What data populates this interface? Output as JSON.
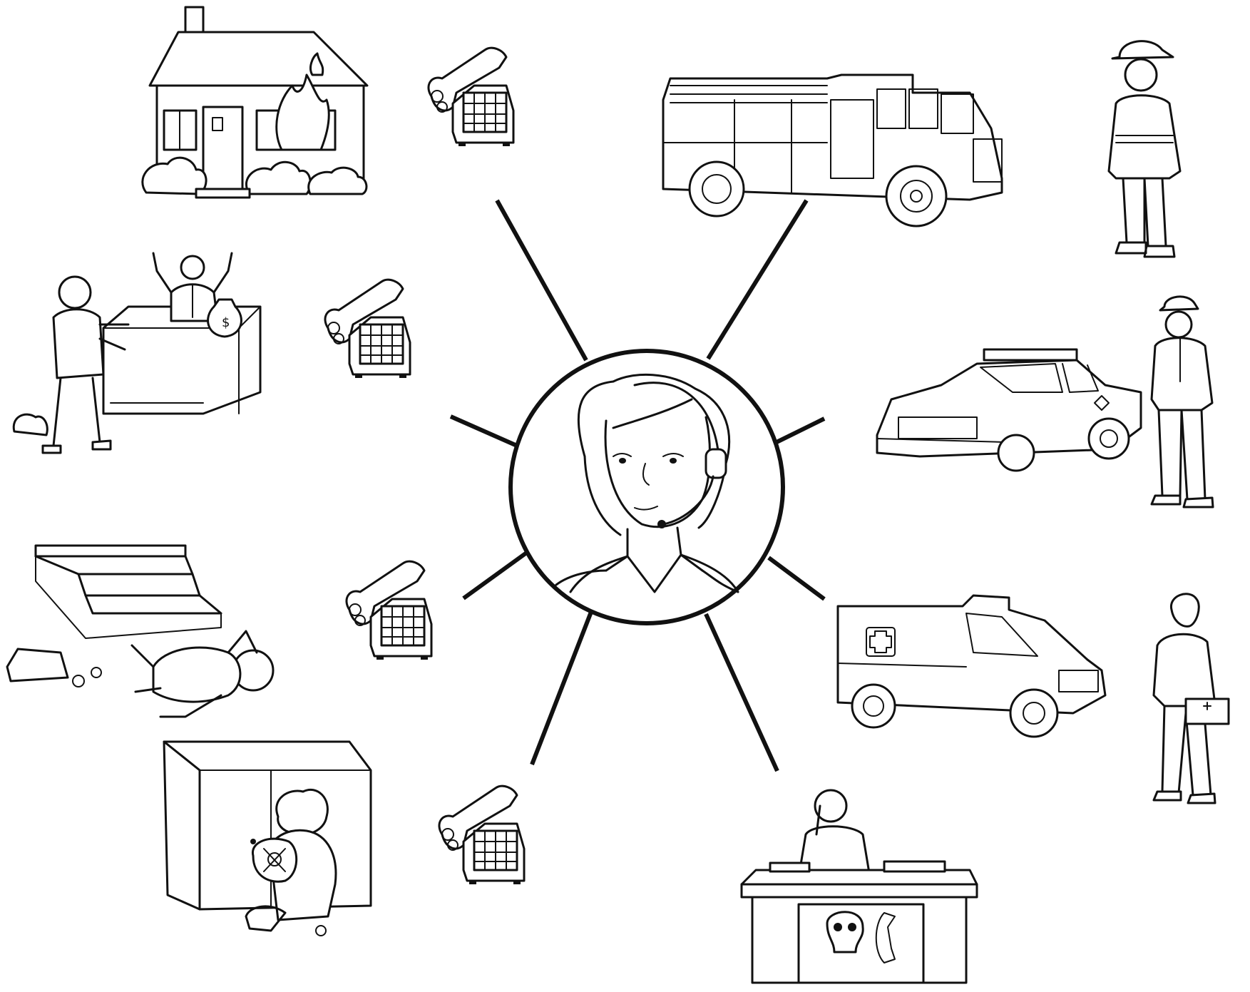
{
  "title": "",
  "center": {
    "icon": "dispatcher-with-headset-icon"
  },
  "emergencies": [
    {
      "id": "house-fire",
      "icon": "burning-house-icon"
    },
    {
      "id": "robbery",
      "icon": "armed-robbery-icon"
    },
    {
      "id": "fall-injury",
      "icon": "fallen-person-icon"
    },
    {
      "id": "poisoning",
      "icon": "child-with-poison-bottle-icon"
    }
  ],
  "phones": [
    {
      "icon": "telephone-icon"
    },
    {
      "icon": "telephone-icon"
    },
    {
      "icon": "telephone-icon"
    },
    {
      "icon": "telephone-icon"
    }
  ],
  "responders": [
    {
      "id": "fire",
      "vehicle_icon": "fire-truck-icon",
      "person_icon": "firefighter-icon"
    },
    {
      "id": "police",
      "vehicle_icon": "police-car-icon",
      "person_icon": "police-officer-icon"
    },
    {
      "id": "ambulance",
      "vehicle_icon": "ambulance-icon",
      "person_icon": "paramedic-icon"
    },
    {
      "id": "poison-control",
      "vehicle_icon": "poison-control-desk-icon",
      "person_icon": ""
    }
  ],
  "colors": {
    "ink": "#111111",
    "background": "#ffffff"
  }
}
